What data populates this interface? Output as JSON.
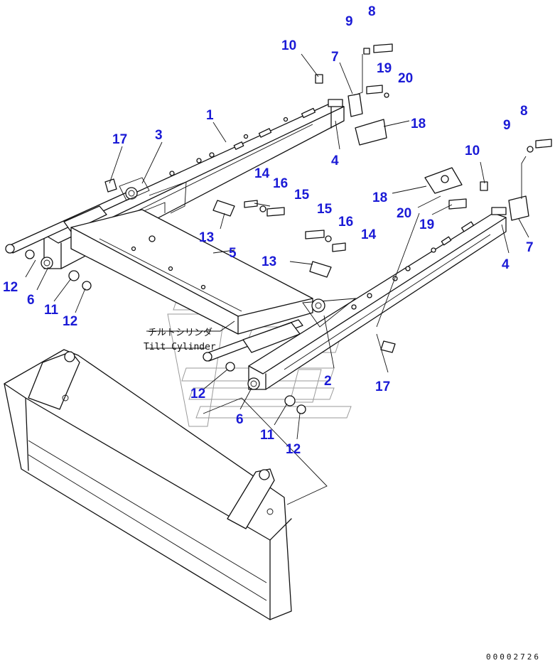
{
  "callouts": [
    {
      "id": "c1",
      "text": "1"
    },
    {
      "id": "c2",
      "text": "2"
    },
    {
      "id": "c3",
      "text": "3"
    },
    {
      "id": "c4a",
      "text": "4"
    },
    {
      "id": "c4b",
      "text": "4"
    },
    {
      "id": "c5",
      "text": "5"
    },
    {
      "id": "c6a",
      "text": "6"
    },
    {
      "id": "c6b",
      "text": "6"
    },
    {
      "id": "c7a",
      "text": "7"
    },
    {
      "id": "c7b",
      "text": "7"
    },
    {
      "id": "c8a",
      "text": "8"
    },
    {
      "id": "c8b",
      "text": "8"
    },
    {
      "id": "c9a",
      "text": "9"
    },
    {
      "id": "c9b",
      "text": "9"
    },
    {
      "id": "c10a",
      "text": "10"
    },
    {
      "id": "c10b",
      "text": "10"
    },
    {
      "id": "c11a",
      "text": "11"
    },
    {
      "id": "c11b",
      "text": "11"
    },
    {
      "id": "c12a",
      "text": "12"
    },
    {
      "id": "c12b",
      "text": "12"
    },
    {
      "id": "c12c",
      "text": "12"
    },
    {
      "id": "c12d",
      "text": "12"
    },
    {
      "id": "c13a",
      "text": "13"
    },
    {
      "id": "c13b",
      "text": "13"
    },
    {
      "id": "c14a",
      "text": "14"
    },
    {
      "id": "c14b",
      "text": "14"
    },
    {
      "id": "c15a",
      "text": "15"
    },
    {
      "id": "c15b",
      "text": "15"
    },
    {
      "id": "c16a",
      "text": "16"
    },
    {
      "id": "c16b",
      "text": "16"
    },
    {
      "id": "c17a",
      "text": "17"
    },
    {
      "id": "c17b",
      "text": "17"
    },
    {
      "id": "c18a",
      "text": "18"
    },
    {
      "id": "c18b",
      "text": "18"
    },
    {
      "id": "c19a",
      "text": "19"
    },
    {
      "id": "c19b",
      "text": "19"
    },
    {
      "id": "c20a",
      "text": "20"
    },
    {
      "id": "c20b",
      "text": "20"
    }
  ],
  "annotation": {
    "label_jp": "チルトシリンダ",
    "label_en": "Tilt Cylinder"
  },
  "drawing_code": "00002726"
}
